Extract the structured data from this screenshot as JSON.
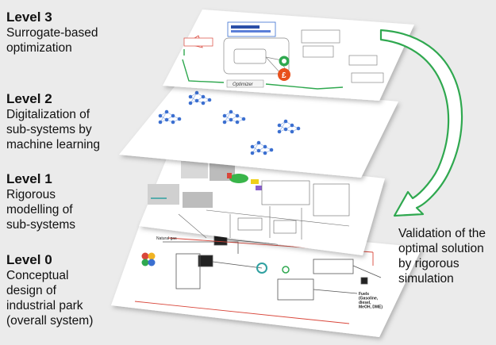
{
  "levels": [
    {
      "title": "Level 3",
      "desc": "Surrogate-based\noptimization"
    },
    {
      "title": "Level 2",
      "desc": "Digitalization of\nsub-systems by\nmachine learning"
    },
    {
      "title": "Level 1",
      "desc": "Rigorous\nmodelling of\nsub-systems"
    },
    {
      "title": "Level 0",
      "desc": "Conceptual\ndesign of\nindustrial park\n(overall system)"
    }
  ],
  "validation_text": "Validation of the\noptimal solution\nby rigorous\nsimulation",
  "sheet_labels": {
    "optimizer": "Optimizer",
    "natural_gas": "Natural gas",
    "fuels": "Fuels\n(Gasoline,\ndiesel,\nMeOH, DME)"
  },
  "colors": {
    "background": "#ebebeb",
    "sheet": "#ffffff",
    "arrow_green": "#2fa84f",
    "nn_blue": "#3b6fd0",
    "process_red": "#d9463a"
  }
}
